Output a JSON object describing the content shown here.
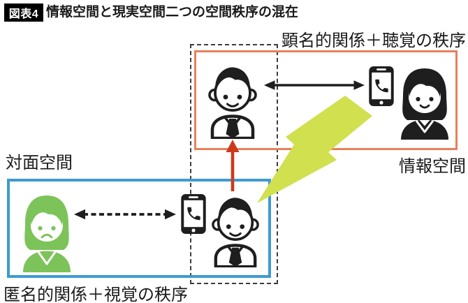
{
  "title": {
    "badge": "図表4",
    "text": "情報空間と現実空間二つの空間秩序の混在"
  },
  "labels": {
    "top_box_caption": "顕名的関係＋聴覚の秩序",
    "info_space": "情報空間",
    "face_space": "対面空間",
    "bottom_box_caption": "匿名的関係＋視覚の秩序"
  },
  "colors": {
    "top_box_border": "#e5815c",
    "bottom_box_border": "#3f9ad3",
    "dashed_box_border": "#3c3c3c",
    "up_arrow": "#cc3a1d",
    "green_figure": "#7cc35a",
    "lightning": "#d0e04f",
    "figure_black": "#1e1e1e",
    "title_badge_bg": "#000000",
    "title_badge_text": "#ffffff",
    "text": "#1a1a1a"
  },
  "icons": {
    "top_box": [
      "businessman-icon",
      "double-arrow-solid-icon",
      "smartphone-call-icon",
      "woman-icon"
    ],
    "bottom_box": [
      "sad-woman-icon",
      "double-arrow-dashed-icon",
      "smartphone-call-icon",
      "businessman-icon"
    ],
    "connectors": [
      "up-arrow-icon",
      "lightning-bolt-icon"
    ]
  }
}
